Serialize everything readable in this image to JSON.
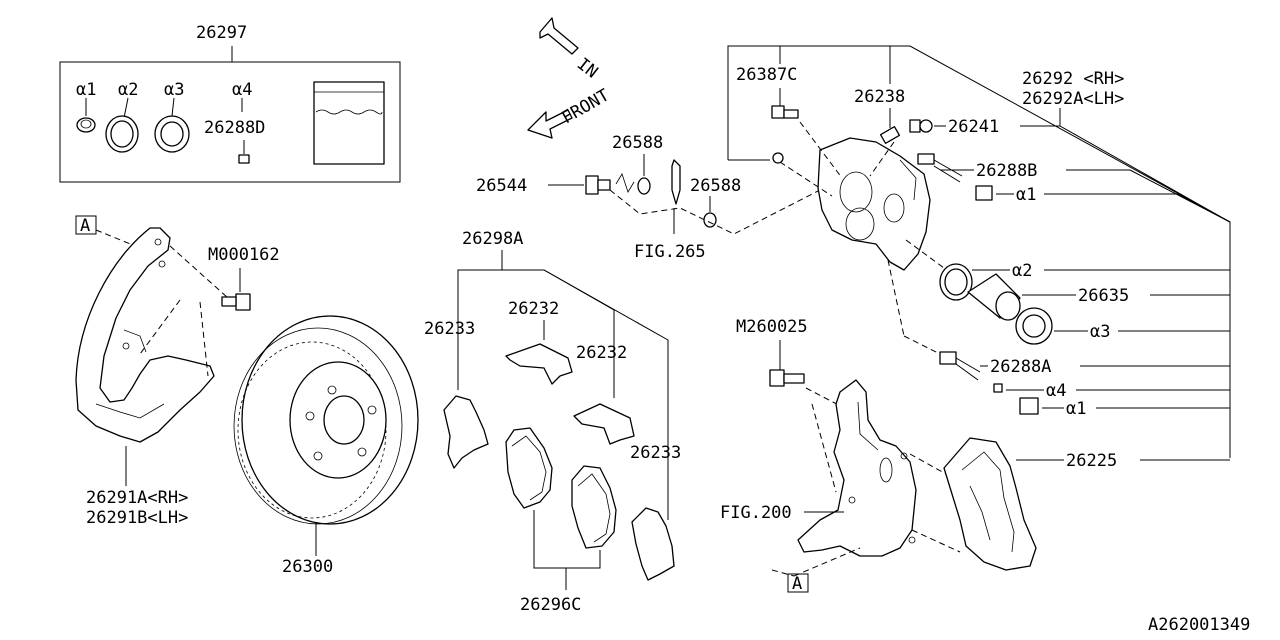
{
  "diagram_id": "A262001349",
  "arrows": {
    "in": "IN",
    "front": "FRONT"
  },
  "kit": {
    "number": "26297",
    "items": [
      "α1",
      "α2",
      "α3",
      "α4"
    ],
    "pin_label": "26288D"
  },
  "ref_a": "A",
  "labels": {
    "shield": "M000162",
    "shield_rh": "26291A<RH>",
    "shield_lh": "26291B<LH>",
    "rotor": "26300",
    "pad_kit": "26298A",
    "shim_left": "26233",
    "clip_1": "26232",
    "clip_2": "26232",
    "shim_right": "26233",
    "pads": "26296C",
    "bolt_banjo": "26544",
    "washer_1": "26588",
    "washer_2": "26588",
    "fig_hose": "FIG.265",
    "bleeder_cap": "26387C",
    "bleeder": "26238",
    "caliper_rh": "26292 <RH>",
    "caliper_lh": "26292A<LH>",
    "bleeder_plug": "26241",
    "pin_b": "26288B",
    "a1_upper": "α1",
    "a2": "α2",
    "piston": "26635",
    "a3": "α3",
    "bolt_m": "M260025",
    "pin_a": "26288A",
    "a4": "α4",
    "a1_lower": "α1",
    "support": "26225",
    "fig_knuckle": "FIG.200"
  }
}
